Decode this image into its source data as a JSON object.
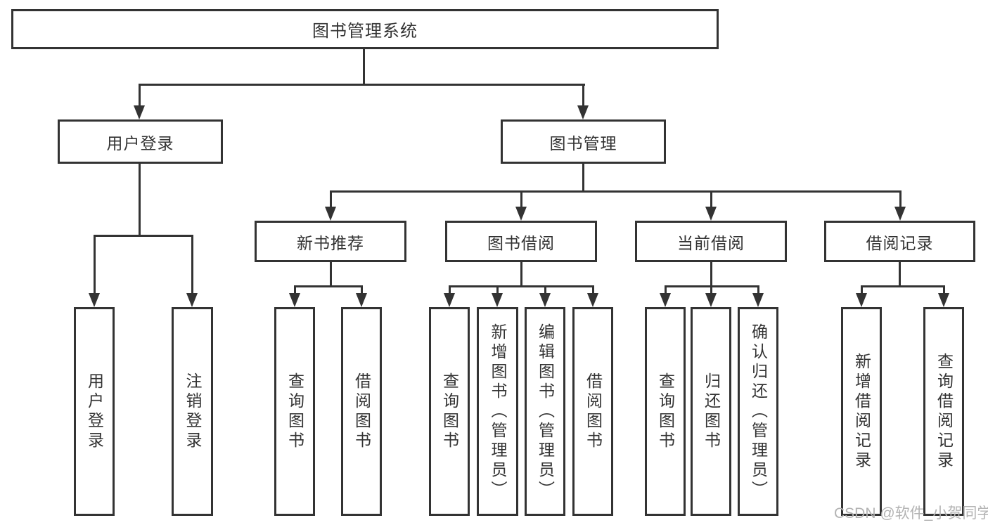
{
  "colors": {
    "line": "#333333",
    "text": "#333333",
    "watermark": "#b3b3b3",
    "background": "#ffffff"
  },
  "tree": {
    "root": {
      "label": "图书管理系统"
    },
    "level1": [
      {
        "label": "用户登录"
      },
      {
        "label": "图书管理"
      }
    ],
    "level2": [
      {
        "label": "新书推荐"
      },
      {
        "label": "图书借阅"
      },
      {
        "label": "当前借阅"
      },
      {
        "label": "借阅记录"
      }
    ],
    "leaves": {
      "user_login": [
        {
          "label": "用户登录"
        },
        {
          "label": "注销登录"
        }
      ],
      "new_book_recommend": [
        {
          "label": "查询图书"
        },
        {
          "label": "借阅图书"
        }
      ],
      "book_borrow": [
        {
          "label": "查询图书"
        },
        {
          "label": "新增图书（管理员）"
        },
        {
          "label": "编辑图书（管理员）"
        },
        {
          "label": "借阅图书"
        }
      ],
      "current_borrow": [
        {
          "label": "查询图书"
        },
        {
          "label": "归还图书"
        },
        {
          "label": "确认归还（管理员）"
        }
      ],
      "borrow_record": [
        {
          "label": "新增借阅记录"
        },
        {
          "label": "查询借阅记录"
        }
      ]
    }
  },
  "watermark": {
    "text": "CSDN @软件_小贺同学"
  }
}
